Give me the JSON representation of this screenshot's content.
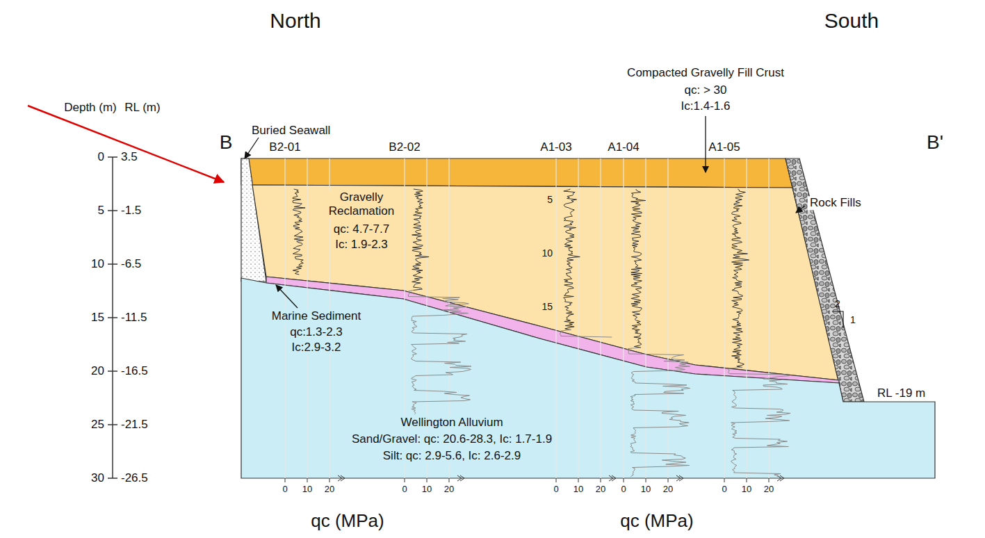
{
  "diagram": {
    "nodes": [
      {
        "text": [
          "Compacted Gravelly Fill Crust",
          "qc: > 30",
          "Ic:1.4-1.6"
        ]
      },
      {
        "text": [
          "Buried Seawall"
        ]
      },
      {
        "text": [
          "Gravelly Reclamation",
          "qc: 4.7-7.7",
          "Ic: 1.9-2.3"
        ]
      },
      {
        "text": [
          "Rock Fills"
        ]
      },
      {
        "text": [
          "Marine Sediment",
          "qc:1.3-2.3",
          "Ic:2.9-3.2"
        ]
      },
      {
        "text": [
          "Wellington Alluvium",
          "Sand/Gravel: qc: 20.6-28.3, Ic: 1.7-1.9",
          "Silt: qc: 2.9-5.6, Ic: 2.6-2.9"
        ]
      }
    ],
    "labels": [
      "North",
      "South",
      "Depth (m)",
      "RL (m)",
      "0",
      "5",
      "10",
      "15",
      "20",
      "25",
      "30",
      "3.5",
      "-1.5",
      "-6.5",
      "-11.5",
      "-16.5",
      "-21.5",
      "-26.5",
      "B",
      "B'",
      "B2-01",
      "B2-02",
      "A1-03",
      "A1-04",
      "A1-05",
      "5",
      "10",
      "15",
      "2",
      "1",
      "RL -19 m",
      "0",
      "10",
      "20",
      "0",
      "10",
      "20",
      "0",
      "10",
      "20",
      "0",
      "10",
      "20",
      "0",
      "10",
      "20",
      "qc (MPa)",
      "qc (MPa)"
    ]
  }
}
